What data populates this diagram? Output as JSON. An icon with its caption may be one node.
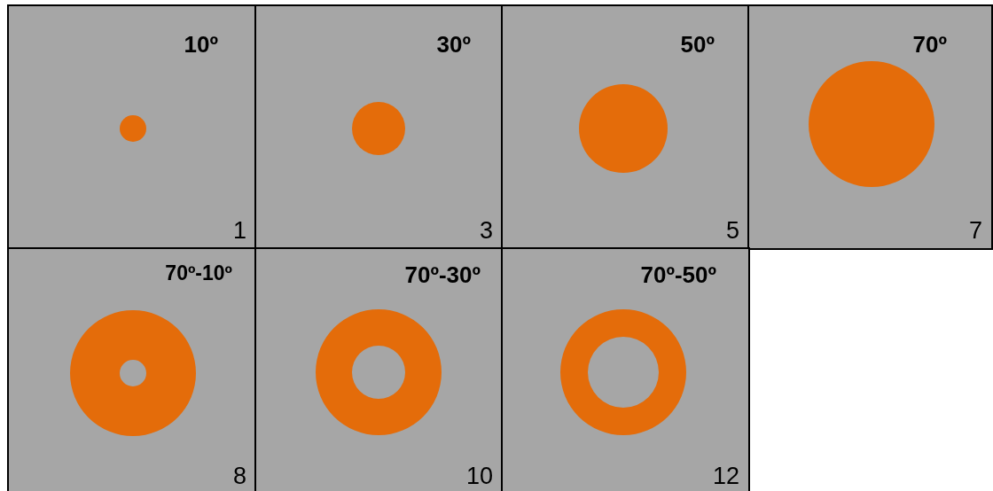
{
  "diagram": {
    "nodes": [
      {
        "text": [
          "10º",
          "1"
        ]
      },
      {
        "text": [
          "30º",
          "3"
        ]
      },
      {
        "text": [
          "50º",
          "5"
        ]
      },
      {
        "text": [
          "70º",
          "7"
        ]
      },
      {
        "text": [
          "70º-10º",
          "8"
        ]
      },
      {
        "text": [
          "70º-30º",
          "10"
        ]
      },
      {
        "text": [
          "70º-50º",
          "12"
        ]
      },
      {
        "text": [],
        "shape": "circle",
        "in": 0
      },
      {
        "text": [],
        "shape": "circle",
        "in": 1
      },
      {
        "text": [],
        "shape": "circle",
        "in": 2
      },
      {
        "text": [],
        "shape": "circle",
        "in": 3
      },
      {
        "text": [],
        "shape": "ring",
        "in": 4
      },
      {
        "text": [],
        "shape": "ring",
        "in": 5
      },
      {
        "text": [],
        "shape": "ring",
        "in": 6
      }
    ]
  }
}
